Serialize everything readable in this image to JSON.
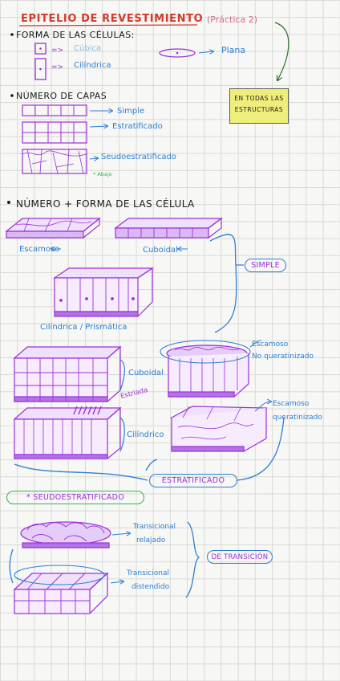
{
  "header": {
    "title": "EPITELIO DE REVESTIMIENTO",
    "subtitle": "(Práctica 2)"
  },
  "cell_shape": {
    "heading": "FORMA DE LAS CÉLULAS:",
    "items": [
      "Cúbica",
      "Cilíndrica",
      "Plana"
    ]
  },
  "layers": {
    "heading": "NÚMERO DE CAPAS",
    "items": [
      "Simple",
      "Estratificado",
      "Seudoestratificado"
    ],
    "footnote": "* Abajo"
  },
  "note": {
    "line1": "EN TODAS LAS",
    "line2": "ESTRUCTURAS"
  },
  "combined": {
    "heading": "NÚMERO + FORMA DE LAS CÉLULA",
    "labels": {
      "escamoso": "Escamoso",
      "cuboidal": "Cuboidal",
      "cilindrica_prismatica": "Cilíndrica / Prismática",
      "simple": "SIMPLE",
      "escamoso_no_queratinizado_1": "Escamoso",
      "escamoso_no_queratinizado_2": "No queratinizado",
      "cuboidal_estrat": "Cuboidal",
      "estriada": "Estriada",
      "cilindrico": "Cilíndrico",
      "escamoso_queratinizado_1": "Escamoso",
      "escamoso_queratinizado_2": "queratinizado",
      "estratificado": "ESTRATIFICADO",
      "seudoestratificado": "* SEUDOESTRATIFICADO",
      "transicional_relajado_1": "Transicional",
      "transicional_relajado_2": "relajado",
      "de_transicion": "DE TRANSICIÓN",
      "transicional_distendido_1": "Transicional",
      "transicional_distendido_2": "distendido"
    }
  },
  "colors": {
    "title": "#d23a2a",
    "ink": "#1a1a1a",
    "blue": "#2f7fd0",
    "purple": "#9b30d9",
    "highlight": "#f0ee7a"
  }
}
